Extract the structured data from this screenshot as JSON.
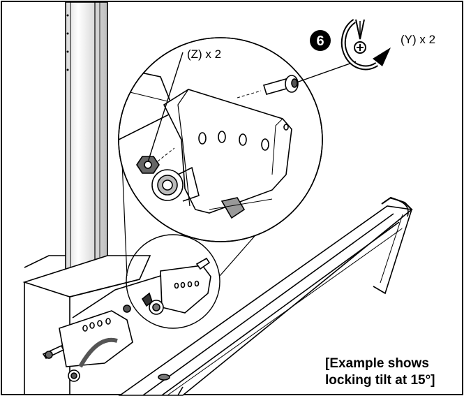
{
  "step": {
    "number": "6",
    "screw_label": "(Y) x 2",
    "nut_label": "(Z) x 2"
  },
  "note": {
    "line1": "[Example shows",
    "line2": "locking tilt at 15°]"
  },
  "icons": {
    "step_badge": "step-number-badge",
    "screwdriver": "screwdriver-rotate-icon"
  }
}
